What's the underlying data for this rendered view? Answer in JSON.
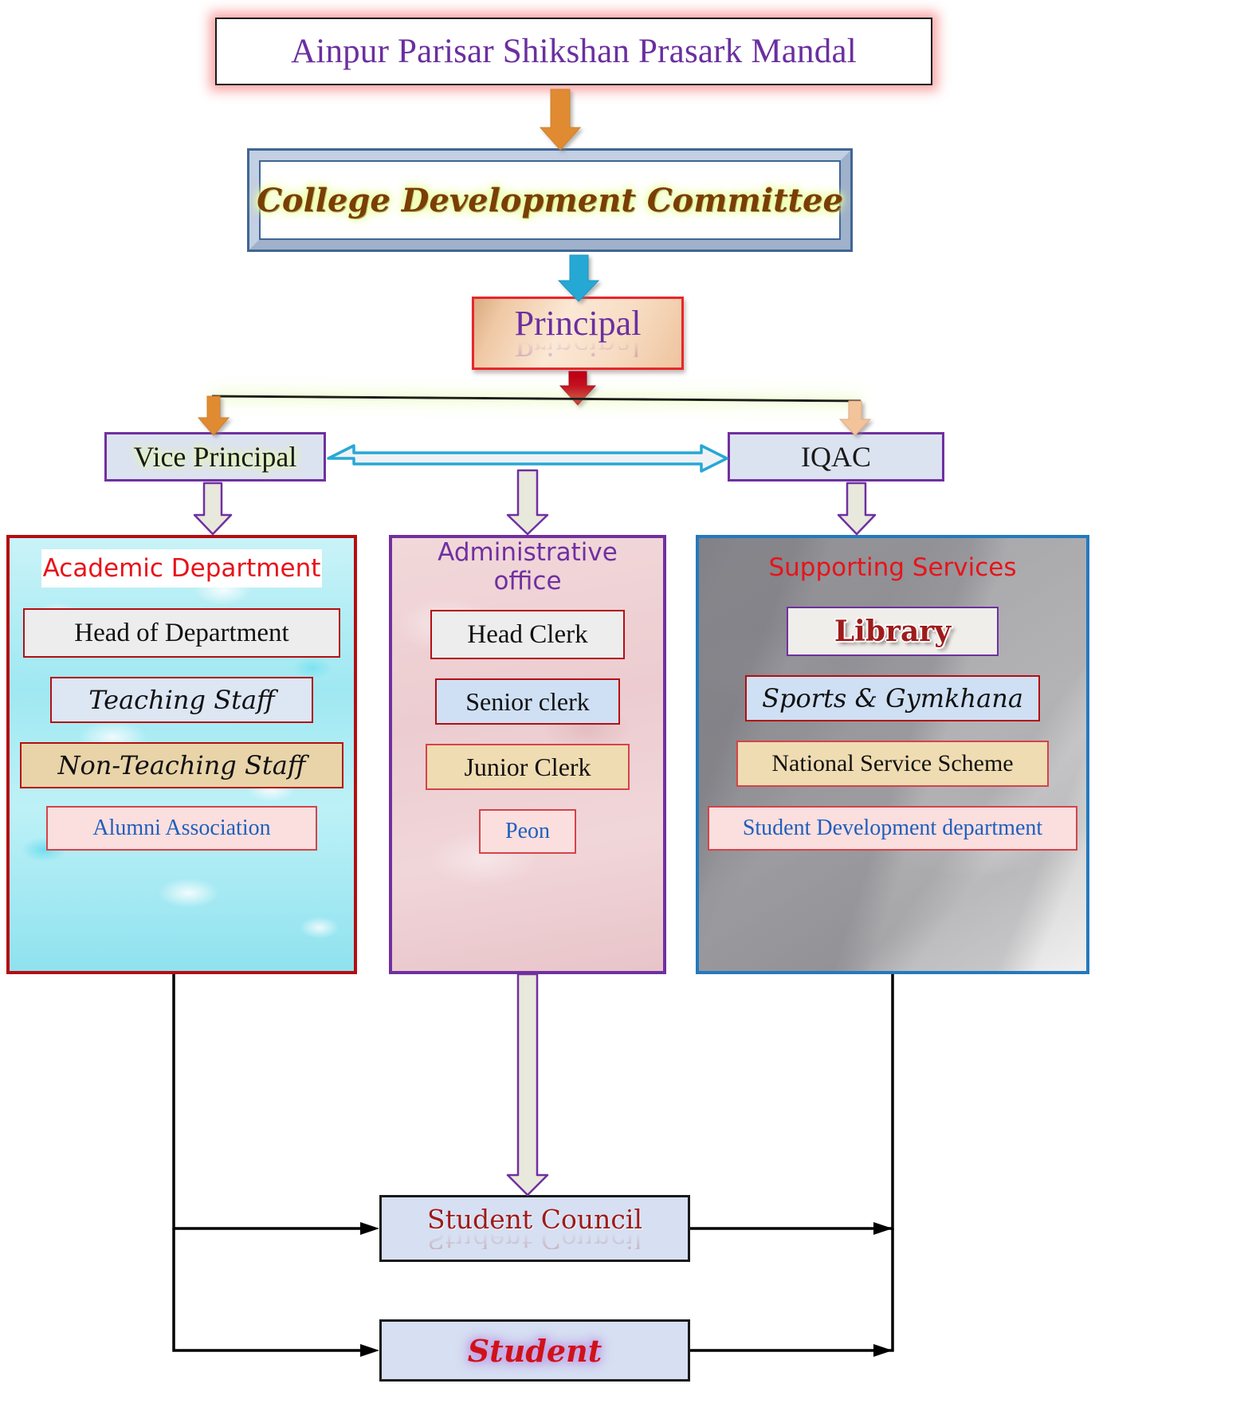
{
  "title": {
    "text": "Ainpur Parisar Shikshan Prasark Mandal"
  },
  "committee": {
    "text": "College Development Committee"
  },
  "principal": {
    "text": "Principal"
  },
  "level2": {
    "vice_principal": "Vice Principal",
    "iqac": "IQAC"
  },
  "panels": {
    "academic": {
      "title": "Academic Department",
      "items": [
        "Head of Department",
        "Teaching Staff",
        "Non-Teaching Staff",
        "Alumni Association"
      ]
    },
    "administrative": {
      "title": "Administrative office",
      "items": [
        "Head Clerk",
        "Senior clerk",
        "Junior Clerk",
        "Peon"
      ]
    },
    "supporting": {
      "title": "Supporting Services",
      "items": [
        "Library",
        "Sports & Gymkhana",
        "National Service Scheme",
        "Student Development department"
      ]
    }
  },
  "bottom": {
    "student_council": "Student Council",
    "student": "Student"
  },
  "colors": {
    "title_text": "#6b2fa0",
    "title_glow": "#f89696",
    "committee_text": "#7a3d06",
    "committee_glow": "#e9ff9a",
    "committee_frame": "#3f6694",
    "principal_border": "#e8262b",
    "principal_text": "#6b2fa0",
    "level2_border": "#7030a0",
    "level2_fill": "#dce3f0",
    "academic_border": "#b50d12",
    "academic_title_text": "#e8131a",
    "admin_border": "#7030a0",
    "admin_title_text": "#7030a0",
    "support_border": "#2479bd",
    "support_title_text": "#e8131a",
    "library_text": "#9e1b1b",
    "blue_label_text": "#1f5fbd",
    "arrow_orange": "#e08b33",
    "arrow_cyan": "#27a8d4",
    "arrow_red": "#c00018",
    "arrow_peach": "#f3c39a",
    "arrow_pale": "#e8e8dc",
    "branch_line_glow": "#d9f58a",
    "student_council_text": "#9e1b1b",
    "student_text": "#d0121a",
    "connector_black": "#000000"
  },
  "arrows": {
    "title_to_committee": "down-arrow-orange",
    "committee_to_principal": "down-arrow-cyan",
    "principal_to_branch": "down-arrow-red",
    "branch_to_vice_principal": "down-arrow-orange",
    "branch_to_iqac": "down-arrow-peach",
    "vice_principal_iqac_link": "double-headed-arrow-cyan",
    "vice_principal_to_academic": "down-arrow-outline",
    "center_to_admin": "down-arrow-outline",
    "iqac_to_supporting": "down-arrow-outline",
    "admin_to_student_council": "down-arrow-outline"
  }
}
